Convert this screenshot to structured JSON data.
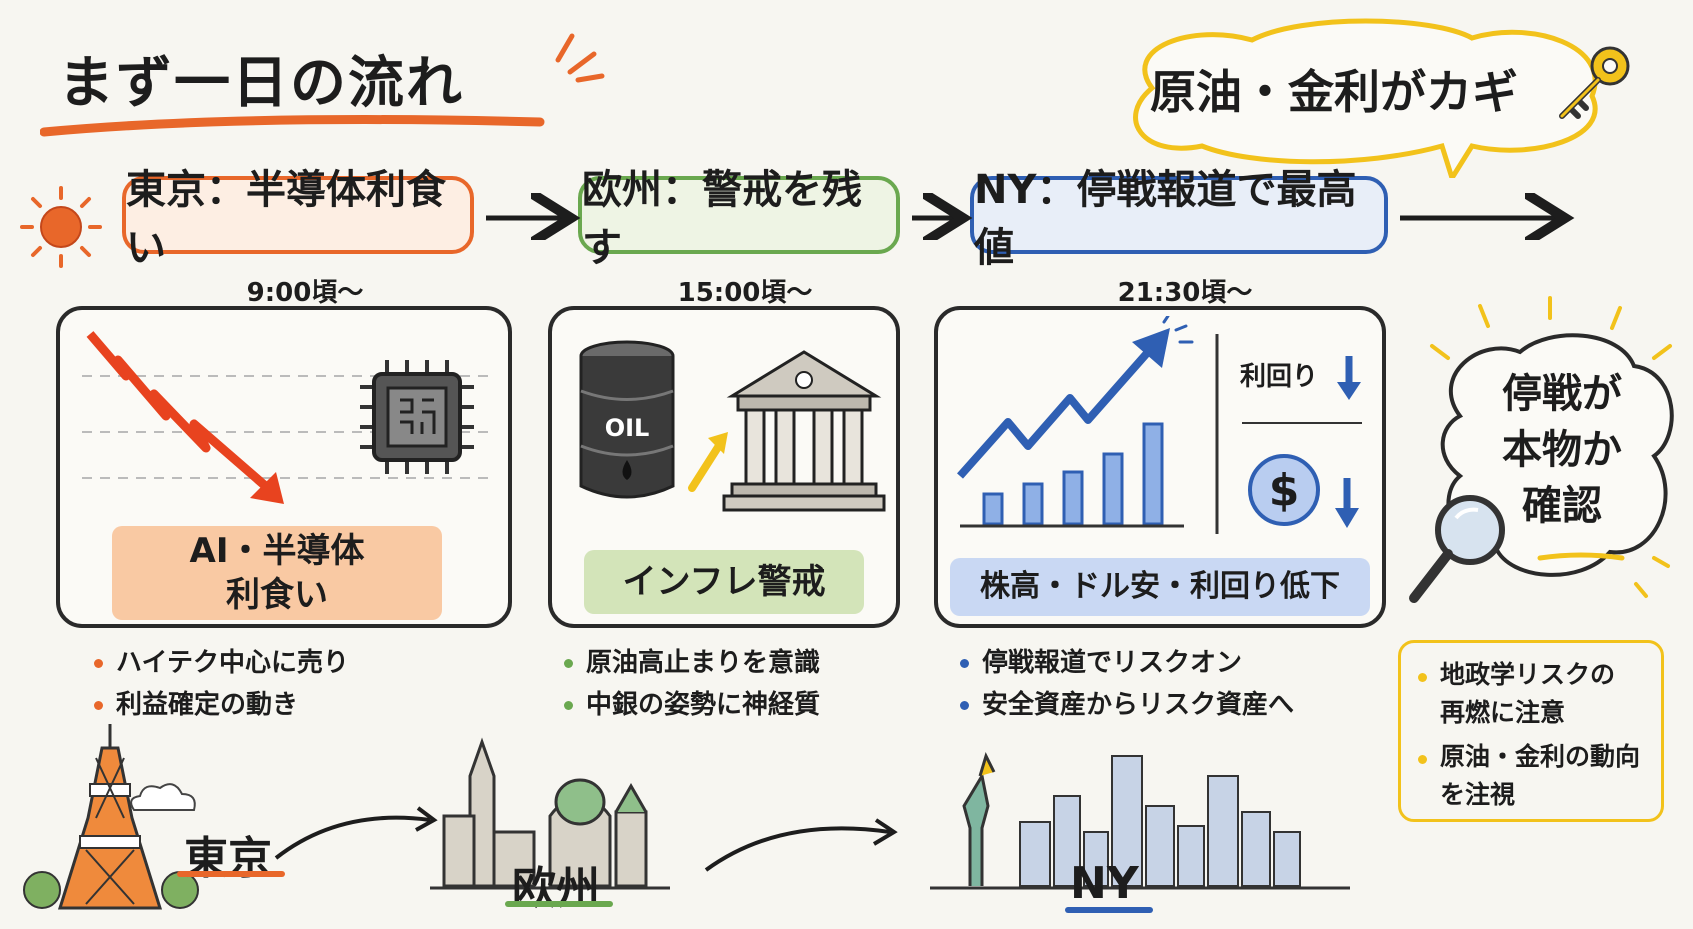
{
  "title": "まず一日の流れ",
  "headline": "原油・金利がカギ",
  "stages": [
    {
      "label": "東京：半導体利食い",
      "time": "9:00頃～",
      "tag": "AI・半導体\n利食い",
      "bullets": [
        "ハイテク中心に売り",
        "利益確定の動き"
      ]
    },
    {
      "label": "欧州：警戒を残す",
      "time": "15:00頃～",
      "tag": "インフレ警戒",
      "bullets": [
        "原油高止まりを意識",
        "中銀の姿勢に神経質"
      ]
    },
    {
      "label": "NY：停戦報道で最高値",
      "time": "21:30頃～",
      "tag": "株高・ドル安・利回り低下",
      "bullets": [
        "停戦報道でリスクオン",
        "安全資産からリスク資産へ"
      ]
    }
  ],
  "oil_label": "OIL",
  "yield_label": "利回り",
  "dollar_symbol": "$",
  "check_cloud": {
    "line1": "停戦が",
    "line2": "本物か",
    "line3": "確認"
  },
  "watch_list": [
    "地政学リスクの\n再燃に注意",
    "原油・金利の動向\nを注視"
  ],
  "cities": [
    "東京",
    "欧州",
    "NY"
  ],
  "colors": {
    "tokyo": "#e8672a",
    "europe": "#6aa84f",
    "ny": "#2f5fb3",
    "accent": "#f2c21b"
  },
  "icons": [
    "sun-icon",
    "chip-icon",
    "oil-barrel-icon",
    "bank-icon",
    "magnifier-icon",
    "key-icon",
    "dollar-icon"
  ]
}
